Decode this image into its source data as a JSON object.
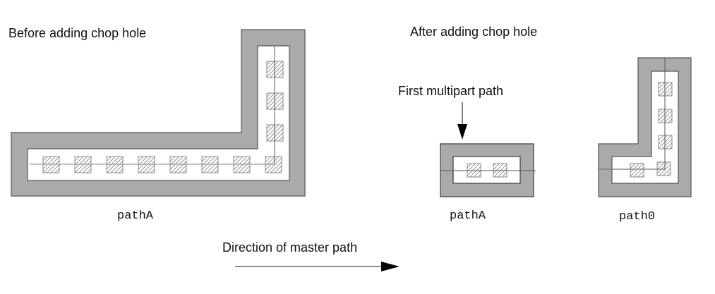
{
  "titles": {
    "before": "Before adding chop hole",
    "after": "After adding chop hole"
  },
  "annotations": {
    "first_multipart": "First multipart path",
    "direction": "Direction of master path"
  },
  "path_labels": {
    "before_path": "pathA",
    "after_first": "pathA",
    "after_second": "path0"
  },
  "colors": {
    "enclosure": "#aaaaaa",
    "outline": "#555555",
    "inner": "#ffffff",
    "centerline": "#666666",
    "contact_hatch": "#777777",
    "arrow": "#000000"
  },
  "contacts": {
    "before_path_count": 11,
    "after_first_count": 2,
    "after_second_count": 5
  }
}
